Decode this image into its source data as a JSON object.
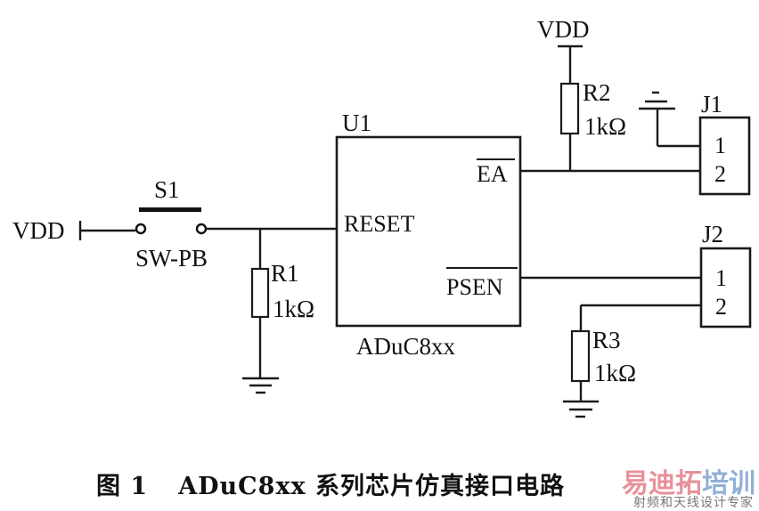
{
  "diagram": {
    "type": "circuit-schematic",
    "components": {
      "s1": {
        "ref": "S1",
        "value": "SW-PB"
      },
      "u1": {
        "ref": "U1",
        "part": "ADuC8xx",
        "pins": {
          "reset": "RESET",
          "ea": "EA",
          "psen": "PSEN"
        }
      },
      "r1": {
        "ref": "R1",
        "value": "1kΩ"
      },
      "r2": {
        "ref": "R2",
        "value": "1kΩ"
      },
      "r3": {
        "ref": "R3",
        "value": "1kΩ"
      },
      "j1": {
        "ref": "J1",
        "pin1": "1",
        "pin2": "2"
      },
      "j2": {
        "ref": "J2",
        "pin1": "1",
        "pin2": "2"
      }
    },
    "power": {
      "vdd_left": "VDD",
      "vdd_top": "VDD"
    },
    "nets": [
      "VDD - S1 - RESET",
      "RESET - R1 - GND",
      "VDD - R2 - EA - J1.2",
      "J1.1 - GND",
      "PSEN - J2.1",
      "J2.2 - R3 - GND"
    ]
  },
  "caption": {
    "figure": "图 1",
    "title": "ADuC8xx 系列芯片仿真接口电路"
  },
  "watermark": {
    "brand_red": "易迪拓",
    "brand_blue": "培训",
    "tagline": "射频和天线设计专家"
  }
}
